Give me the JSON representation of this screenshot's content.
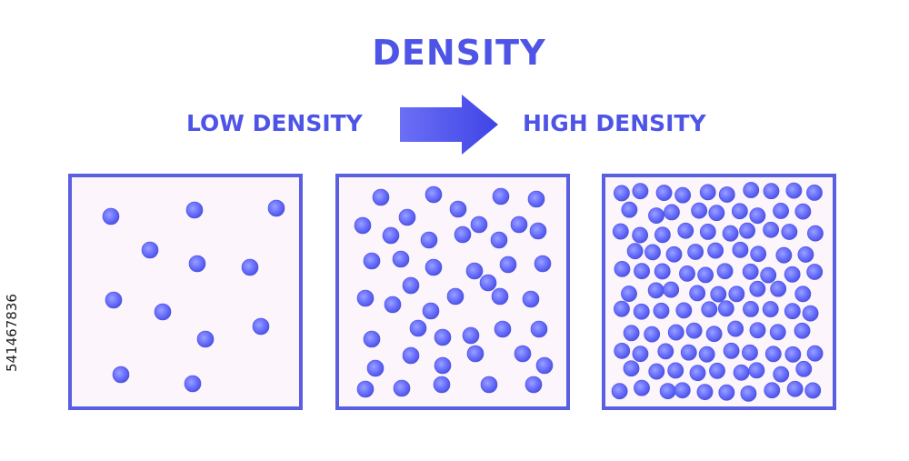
{
  "title": "DENSITY",
  "low_label": "LOW DENSITY",
  "high_label": "HIGH DENSITY",
  "stock_id": "541467836",
  "colors": {
    "text": "#4e54e6",
    "border": "#5a5ee0",
    "box_fill": "#fcf5fb",
    "particle": "#6a70ff",
    "particle_dark": "#4a50dc",
    "particle_light": "#9aa0ff",
    "arrow_start": "#6b6ff5",
    "arrow_end": "#3f44e6"
  },
  "icons": [
    "right-arrow-icon",
    "particle-icon"
  ],
  "panels": [
    {
      "name": "low",
      "particle_count": 12
    },
    {
      "name": "medium",
      "particle_count": 45
    },
    {
      "name": "high",
      "particle_count": 108
    }
  ]
}
